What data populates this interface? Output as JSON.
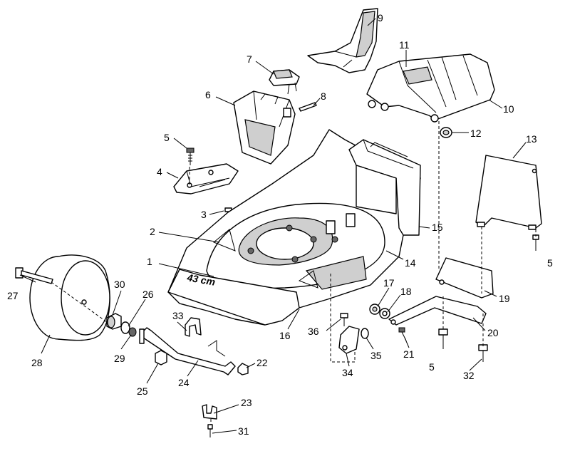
{
  "deck_label": "43 cm",
  "callouts": [
    {
      "id": "c1",
      "text": "1"
    },
    {
      "id": "c2",
      "text": "2"
    },
    {
      "id": "c3",
      "text": "3"
    },
    {
      "id": "c4",
      "text": "4"
    },
    {
      "id": "c5a",
      "text": "5"
    },
    {
      "id": "c5b",
      "text": "5"
    },
    {
      "id": "c5c",
      "text": "5"
    },
    {
      "id": "c6",
      "text": "6"
    },
    {
      "id": "c7",
      "text": "7"
    },
    {
      "id": "c8",
      "text": "8"
    },
    {
      "id": "c9",
      "text": "9"
    },
    {
      "id": "c10",
      "text": "10"
    },
    {
      "id": "c11",
      "text": "11"
    },
    {
      "id": "c12",
      "text": "12"
    },
    {
      "id": "c13",
      "text": "13"
    },
    {
      "id": "c14",
      "text": "14"
    },
    {
      "id": "c15",
      "text": "15"
    },
    {
      "id": "c16",
      "text": "16"
    },
    {
      "id": "c17",
      "text": "17"
    },
    {
      "id": "c18",
      "text": "18"
    },
    {
      "id": "c19",
      "text": "19"
    },
    {
      "id": "c20",
      "text": "20"
    },
    {
      "id": "c21",
      "text": "21"
    },
    {
      "id": "c22",
      "text": "22"
    },
    {
      "id": "c23",
      "text": "23"
    },
    {
      "id": "c24",
      "text": "24"
    },
    {
      "id": "c25",
      "text": "25"
    },
    {
      "id": "c26",
      "text": "26"
    },
    {
      "id": "c27",
      "text": "27"
    },
    {
      "id": "c28",
      "text": "28"
    },
    {
      "id": "c29",
      "text": "29"
    },
    {
      "id": "c30",
      "text": "30"
    },
    {
      "id": "c31",
      "text": "31"
    },
    {
      "id": "c32",
      "text": "32"
    },
    {
      "id": "c33",
      "text": "33"
    },
    {
      "id": "c34",
      "text": "34"
    },
    {
      "id": "c35",
      "text": "35"
    },
    {
      "id": "c36",
      "text": "36"
    }
  ]
}
